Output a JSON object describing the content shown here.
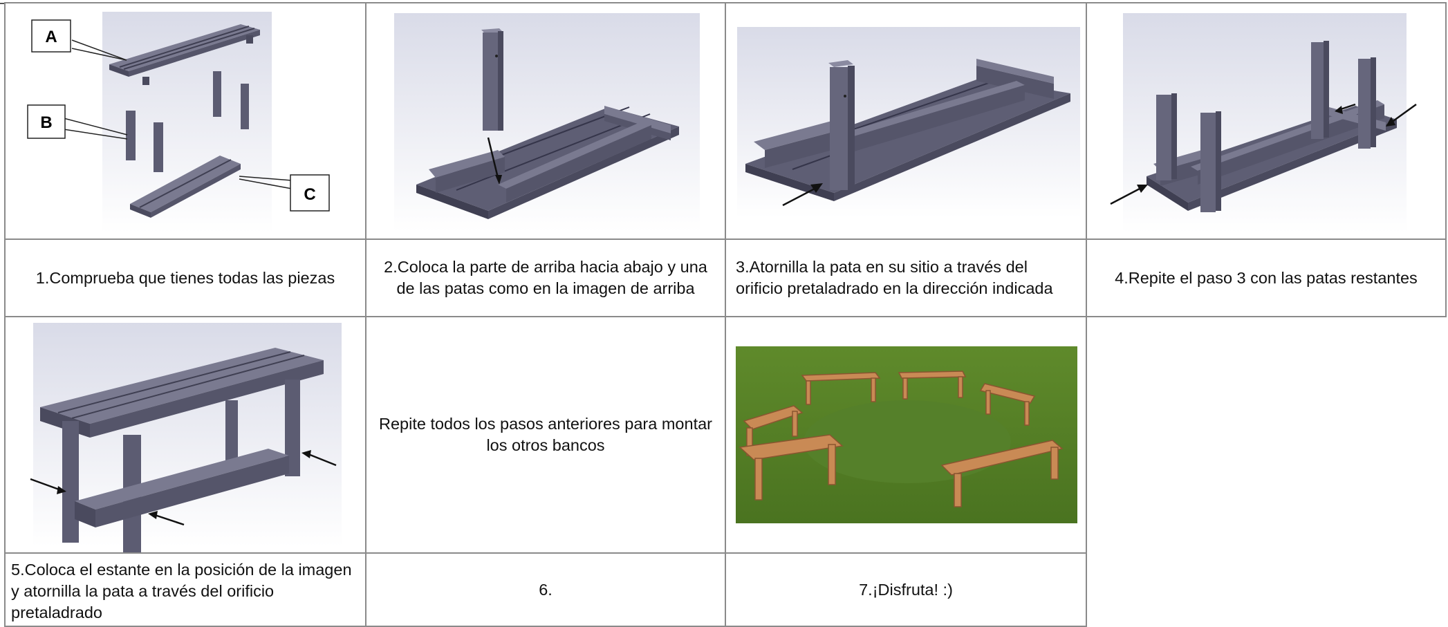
{
  "steps": [
    {
      "caption": "1.Comprueba que tienes todas las piezas",
      "labels": [
        "A",
        "B",
        "C"
      ]
    },
    {
      "caption": "2.Coloca la parte de arriba hacia abajo y una de las patas como en la imagen de arriba"
    },
    {
      "caption": "3.Atornilla la pata en su sitio a través del orificio pretaladrado en la dirección indicada"
    },
    {
      "caption": "4.Repite el paso 3 con las patas restantes"
    },
    {
      "caption": "5.Coloca el estante en la posición de la imagen y atornilla la pata a través del orificio pretaladrado"
    },
    {
      "caption": "6."
    },
    {
      "caption": "7.¡Disfruta! :)"
    }
  ],
  "repeat_note": "Repite todos los pasos anteriores para montar los otros bancos",
  "colors": {
    "border": "#8a8a8a",
    "wood_gray_top": "#6e6e84",
    "wood_gray_side": "#4a4a5e",
    "grass": "#4f7d23",
    "bench_wood": "#c98a55"
  }
}
